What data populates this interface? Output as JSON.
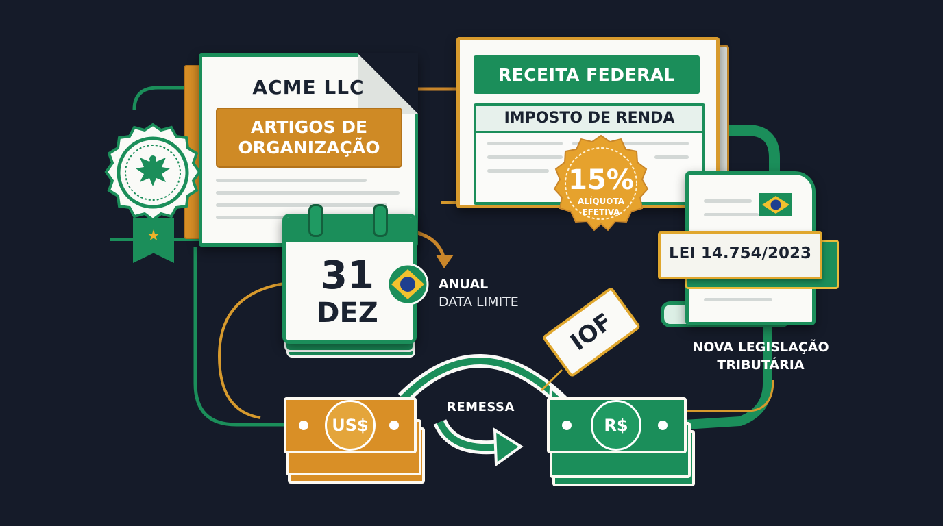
{
  "acme": {
    "title": "ACME LLC",
    "box": "ARTIGOS DE\nORGANIZAÇÃO"
  },
  "form": {
    "header": "RECEITA FEDERAL",
    "section": "IMPOSTO DE RENDA",
    "badge_value": "15%",
    "badge_line1": "ALÍQUOTA",
    "badge_line2": "EFETIVA"
  },
  "lei": {
    "banner": "LEI 14.754/2023",
    "caption": "NOVA LEGISLAÇÃO\nTRIBUTÁRIA"
  },
  "calendar": {
    "day": "31",
    "month": "DEZ",
    "anual": "ANUAL",
    "deadline": "DATA LIMITE"
  },
  "money": {
    "from": "US$",
    "to": "R$",
    "transfer": "REMESSA",
    "tax_tag": "IOF"
  },
  "icons": {
    "seal": "eagle-seal-icon",
    "flag": "brazil-flag-icon",
    "star": "star-icon"
  },
  "colors": {
    "background": "#151b29",
    "green": "#1b8e5a",
    "gold": "#d98f26",
    "paper": "#fafaf7"
  }
}
